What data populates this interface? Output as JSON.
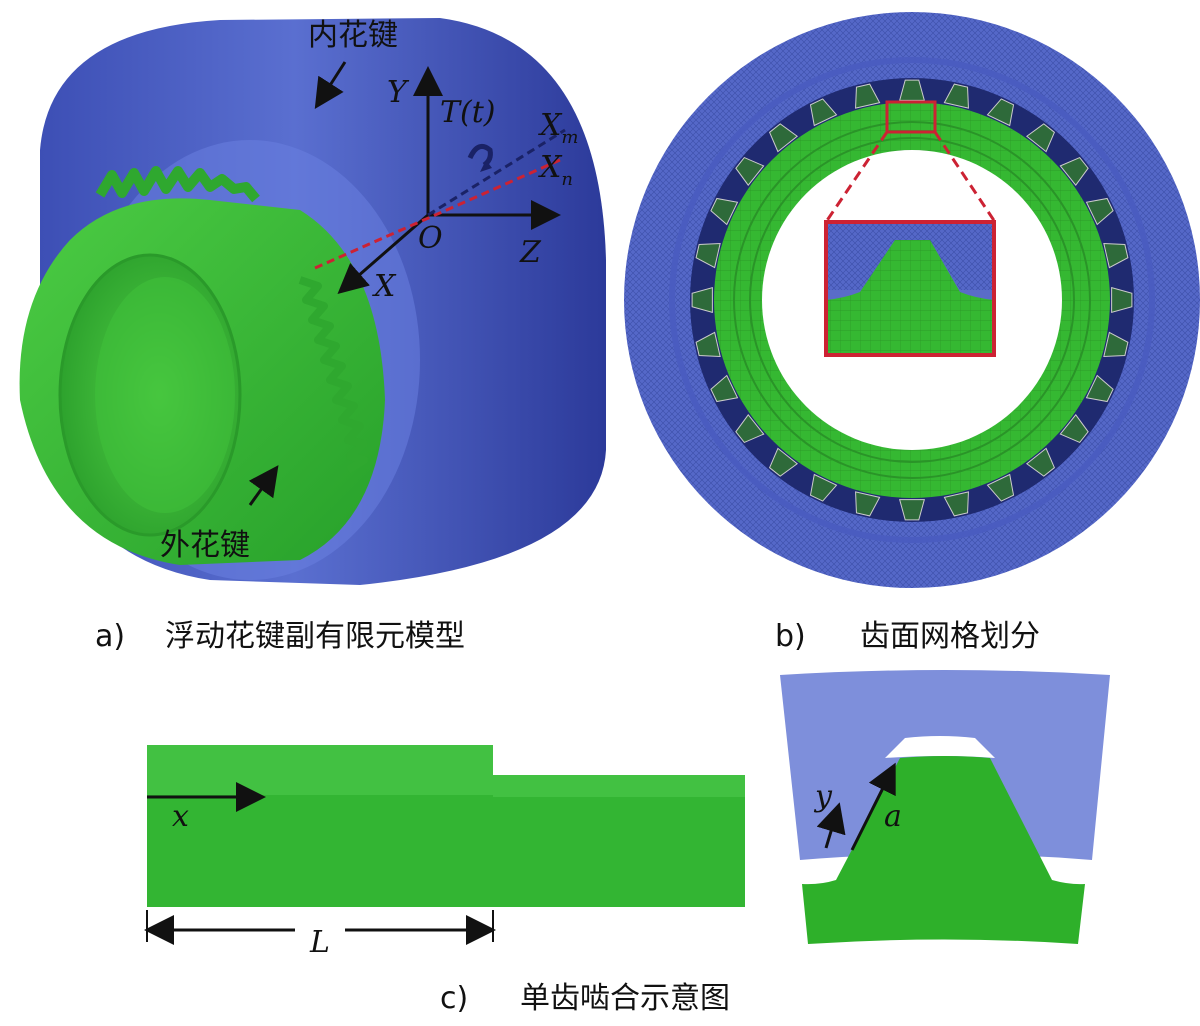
{
  "panel_a": {
    "caption_letter": "a)",
    "caption_text": "浮动花键副有限元模型",
    "label_internal": "内花键",
    "label_external": "外花键",
    "axis_y": "Y",
    "axis_z": "Z",
    "axis_x": "X",
    "origin": "O",
    "torque": "T(t)",
    "xm_base": "X",
    "xm_sub": "m",
    "xn_base": "X",
    "xn_sub": "n"
  },
  "panel_b": {
    "caption_letter": "b)",
    "caption_text": "齿面网格划分"
  },
  "panel_c": {
    "caption_letter": "c)",
    "caption_text": "单齿啮合示意图",
    "label_x": "x",
    "label_L": "L",
    "label_y": "y",
    "label_a": "a"
  },
  "colors": {
    "internal_spline": "#5566cc",
    "external_spline": "#33bb33",
    "red_dash": "#cc2233",
    "dark_dash": "#1a2266"
  }
}
